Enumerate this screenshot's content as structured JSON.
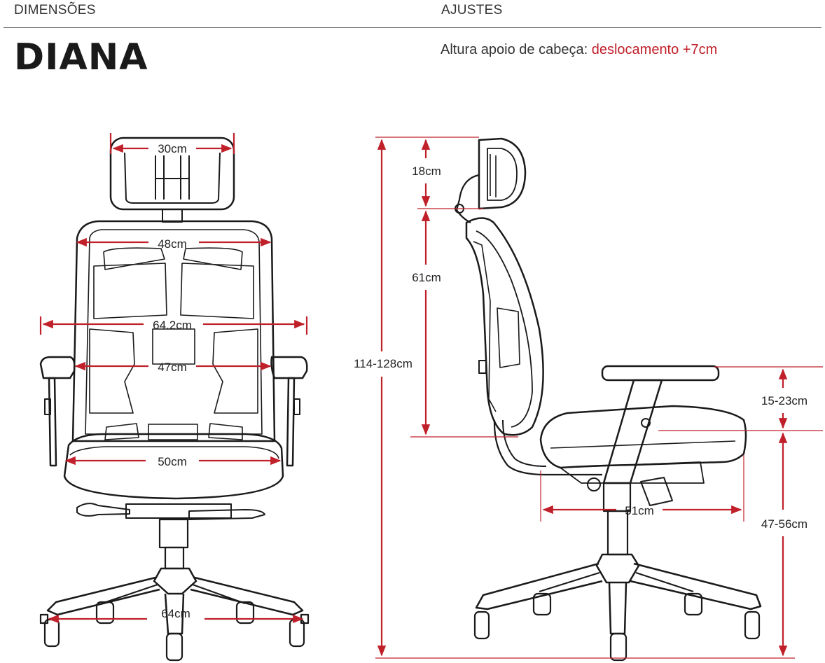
{
  "header": {
    "dimensions_label": "DIMENSÕES",
    "adjustments_label": "AJUSTES"
  },
  "product": {
    "name": "DIANA"
  },
  "adjustments": {
    "headrest_label": "Altura apoio de cabeça:",
    "headrest_value": "deslocamento +7cm"
  },
  "front_view": {
    "headrest_width": "30cm",
    "backrest_width": "48cm",
    "total_width": "64.2cm",
    "inner_arm_width": "47cm",
    "seat_width": "50cm",
    "base_width": "64cm"
  },
  "side_view": {
    "headrest_height": "18cm",
    "backrest_height": "61cm",
    "total_height": "114-128cm",
    "armrest_height": "15-23cm",
    "seat_depth": "51cm",
    "seat_height": "47-56cm"
  },
  "colors": {
    "dimension_line": "#c0202a",
    "outline": "#1a1a1a",
    "highlight_text": "#c0202a"
  }
}
